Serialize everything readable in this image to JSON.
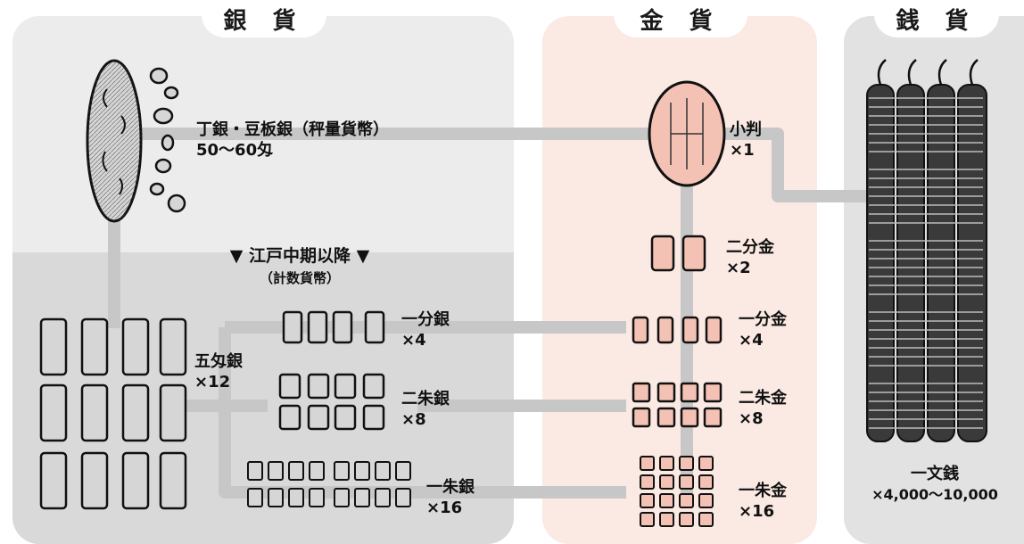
{
  "sections": {
    "silver": {
      "title": "銀 貨"
    },
    "gold": {
      "title": "金 貨"
    },
    "copper": {
      "title": "銭 貨"
    }
  },
  "era_note": {
    "main": "▼ 江戸中期以降 ▼",
    "sub": "（計数貨幣）"
  },
  "silver_coins": {
    "chogin": {
      "name": "丁銀・豆板銀（秤量貨幣）",
      "amount": "50〜60匁"
    },
    "gomonme": {
      "name": "五匁銀",
      "amount": "×12"
    },
    "ichibugin": {
      "name": "一分銀",
      "amount": "×4"
    },
    "nishugin": {
      "name": "二朱銀",
      "amount": "×8"
    },
    "isshugin": {
      "name": "一朱銀",
      "amount": "×16"
    }
  },
  "gold_coins": {
    "koban": {
      "name": "小判",
      "amount": "×1"
    },
    "nibukin": {
      "name": "二分金",
      "amount": "×2"
    },
    "ichibukin": {
      "name": "一分金",
      "amount": "×4"
    },
    "nishukin": {
      "name": "二朱金",
      "amount": "×8"
    },
    "isshukin": {
      "name": "一朱金",
      "amount": "×16"
    }
  },
  "copper_coins": {
    "ichimonsen": {
      "name": "一文銭",
      "amount": "×4,000〜10,000"
    }
  },
  "colors": {
    "silver_panel_top": "#ececec",
    "silver_panel_bottom": "#d9d9d9",
    "gold_panel": "#fbe9e3",
    "copper_panel": "#e2e2e2",
    "connector": "#c7c7c7",
    "gold_coin_fill": "#f4c2b4",
    "silver_coin_fill": "#d6d6d6",
    "copper_coin_fill": "#3a3a3a"
  }
}
